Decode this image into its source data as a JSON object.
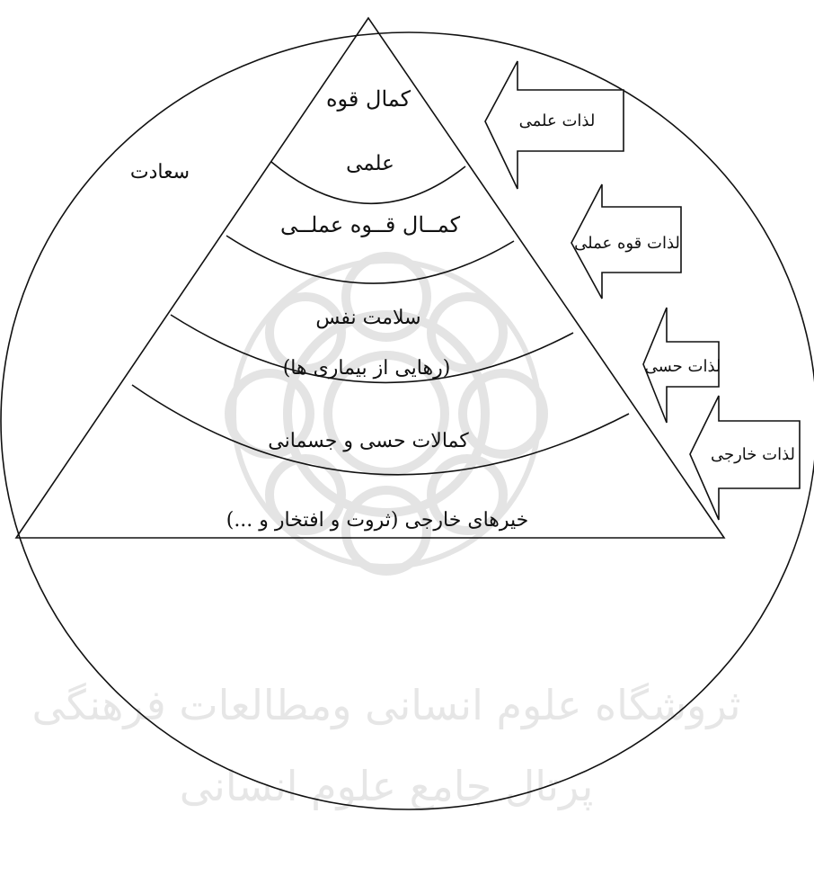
{
  "outer_label": "سعادت",
  "pyramid_levels": [
    {
      "line1": "کمال قوه",
      "line2": "علمی"
    },
    {
      "line1": "کمــال قــوه عملــی"
    },
    {
      "line1": "سلامت نفس",
      "line2": "(رهایی از بیماری ها)"
    },
    {
      "line1": "کمالات حسی و جسمانی"
    },
    {
      "line1": "خیرهای خارجی (ثروت و افتخار و ...)"
    }
  ],
  "pleasure_arrows": [
    {
      "label": "لذات علمی"
    },
    {
      "label": "لذات قوه عملی"
    },
    {
      "label": "لذات حسی"
    },
    {
      "label": "لذات خارجی"
    }
  ],
  "watermark": {
    "line1": "ثروشگاه علوم انسانی ومطالعات فرهنگی",
    "line2": "پرتال جامع علوم انسانی"
  },
  "colors": {
    "stroke": "#111111",
    "watermark": "#e6e6e6",
    "background": "#ffffff"
  }
}
